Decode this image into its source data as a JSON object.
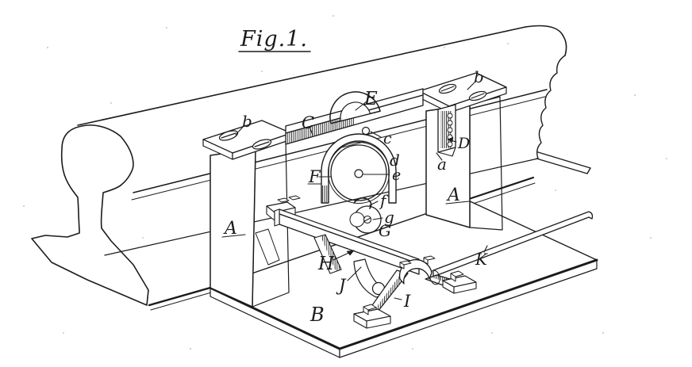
{
  "figure": {
    "title": "Fig.1."
  },
  "palette": {
    "paper": "#ffffff",
    "ink": "#1b1b1b"
  },
  "labels": {
    "fig_title": "Fig.1.",
    "A_left": "A",
    "A_right": "A",
    "B": "B",
    "C": "C",
    "D": "D",
    "E": "E",
    "F": "F",
    "G": "G",
    "H": "H",
    "I": "I",
    "J": "J",
    "K": "K",
    "a": "a",
    "b_left": "b",
    "b_right": "b",
    "c": "c",
    "d": "d",
    "e": "e",
    "f": "f",
    "g": "g"
  }
}
